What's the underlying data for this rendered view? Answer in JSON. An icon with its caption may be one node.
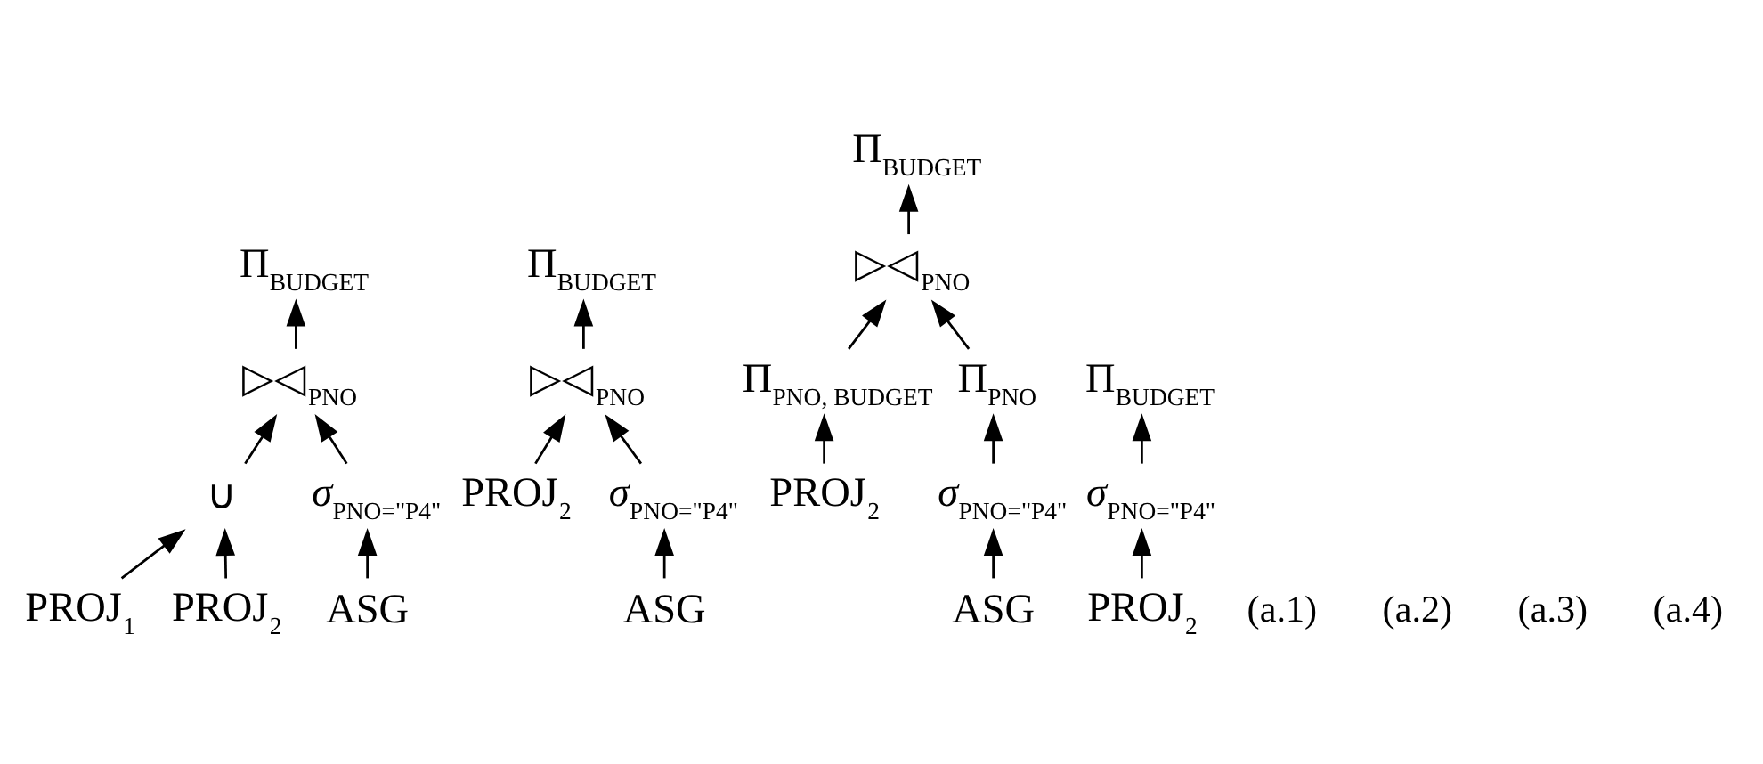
{
  "diagram": {
    "nodes": [
      {
        "text": [
          "Π$_{BUDGET}$"
        ]
      },
      {
        "text": [
          "▷◁$_{PNO}$"
        ]
      },
      {
        "text": [
          "∪"
        ]
      },
      {
        "text": [
          "*σ*$_{PNO=\"P4\"}$"
        ]
      },
      {
        "text": [
          "PROJ$_{1}$"
        ]
      },
      {
        "text": [
          "PROJ$_{2}$"
        ]
      },
      {
        "text": [
          "ASG"
        ]
      },
      {
        "text": [
          "Π$_{BUDGET}$"
        ]
      },
      {
        "text": [
          "▷◁$_{PNO}$"
        ]
      },
      {
        "text": [
          "PROJ$_{2}$"
        ]
      },
      {
        "text": [
          "*σ*$_{PNO=\"P4\"}$"
        ]
      },
      {
        "text": [
          "ASG"
        ]
      },
      {
        "text": [
          "Π$_{BUDGET}$"
        ]
      },
      {
        "text": [
          "▷◁$_{PNO}$"
        ]
      },
      {
        "text": [
          "Π$_{PNO, BUDGET}$"
        ]
      },
      {
        "text": [
          "Π$_{PNO}$"
        ]
      },
      {
        "text": [
          "PROJ$_{2}$"
        ]
      },
      {
        "text": [
          "*σ*$_{PNO=\"P4\"}$"
        ]
      },
      {
        "text": [
          "ASG"
        ]
      },
      {
        "text": [
          "Π$_{BUDGET}$"
        ]
      },
      {
        "text": [
          "*σ*$_{PNO=\"P4\"}$"
        ]
      },
      {
        "text": [
          "PROJ$_{2}$"
        ]
      }
    ],
    "edges": [
      {
        "from": 1,
        "to": 0,
        "arrow": "to"
      },
      {
        "from": 2,
        "to": 1,
        "arrow": "to"
      },
      {
        "from": 3,
        "to": 1,
        "arrow": "to"
      },
      {
        "from": 4,
        "to": 2,
        "arrow": "to"
      },
      {
        "from": 5,
        "to": 2,
        "arrow": "to"
      },
      {
        "from": 6,
        "to": 3,
        "arrow": "to"
      },
      {
        "from": 8,
        "to": 7,
        "arrow": "to"
      },
      {
        "from": 9,
        "to": 8,
        "arrow": "to"
      },
      {
        "from": 10,
        "to": 8,
        "arrow": "to"
      },
      {
        "from": 11,
        "to": 10,
        "arrow": "to"
      },
      {
        "from": 13,
        "to": 12,
        "arrow": "to"
      },
      {
        "from": 14,
        "to": 13,
        "arrow": "to"
      },
      {
        "from": 15,
        "to": 13,
        "arrow": "to"
      },
      {
        "from": 16,
        "to": 14,
        "arrow": "to"
      },
      {
        "from": 17,
        "to": 15,
        "arrow": "to"
      },
      {
        "from": 18,
        "to": 17,
        "arrow": "to"
      },
      {
        "from": 20,
        "to": 19,
        "arrow": "to"
      },
      {
        "from": 21,
        "to": 20,
        "arrow": "to"
      }
    ],
    "labels": [
      "(a.1)",
      "(a.2)",
      "(a.3)",
      "(a.4)"
    ]
  }
}
